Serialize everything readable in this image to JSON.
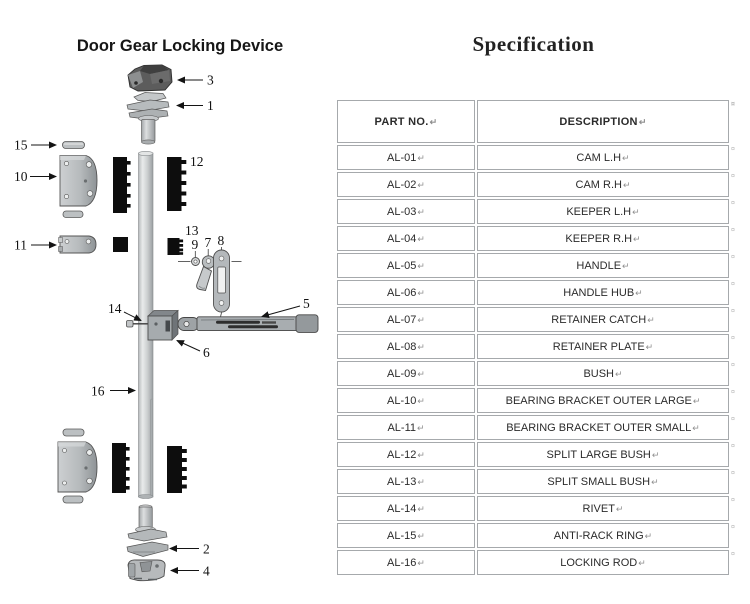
{
  "diagram": {
    "title": "Door Gear Locking Device",
    "callouts": {
      "c1": "1",
      "c2": "2",
      "c3": "3",
      "c4": "4",
      "c5": "5",
      "c6": "6",
      "c7": "7",
      "c8": "8",
      "c9": "9",
      "c10": "10",
      "c11": "11",
      "c12": "12",
      "c13": "13",
      "c14": "14",
      "c15": "15",
      "c16": "16"
    }
  },
  "specification": {
    "title": "Specification",
    "return_mark": "↵",
    "row_end_mark": "¤",
    "table": {
      "headers": [
        "PART NO.",
        "DESCRIPTION"
      ],
      "rows": [
        {
          "part_no": "AL-01",
          "description": "CAM L.H"
        },
        {
          "part_no": "AL-02",
          "description": "CAM R.H"
        },
        {
          "part_no": "AL-03",
          "description": "KEEPER L.H"
        },
        {
          "part_no": "AL-04",
          "description": "KEEPER R.H"
        },
        {
          "part_no": "AL-05",
          "description": "HANDLE"
        },
        {
          "part_no": "AL-06",
          "description": "HANDLE HUB"
        },
        {
          "part_no": "AL-07",
          "description": "RETAINER CATCH"
        },
        {
          "part_no": "AL-08",
          "description": "RETAINER PLATE"
        },
        {
          "part_no": "AL-09",
          "description": "BUSH"
        },
        {
          "part_no": "AL-10",
          "description": "BEARING BRACKET OUTER LARGE"
        },
        {
          "part_no": "AL-11",
          "description": "BEARING BRACKET OUTER SMALL"
        },
        {
          "part_no": "AL-12",
          "description": "SPLIT LARGE BUSH"
        },
        {
          "part_no": "AL-13",
          "description": "SPLIT SMALL BUSH"
        },
        {
          "part_no": "AL-14",
          "description": "RIVET"
        },
        {
          "part_no": "AL-15",
          "description": "ANTI-RACK RING"
        },
        {
          "part_no": "AL-16",
          "description": "LOCKING ROD"
        }
      ]
    }
  },
  "colors": {
    "table_border": "#a6a9ac",
    "text": "#2b2b2b",
    "part_dark": "#4f4f4f",
    "part_gray": "#b3b7ba",
    "bush_black": "#0d0d0d"
  }
}
